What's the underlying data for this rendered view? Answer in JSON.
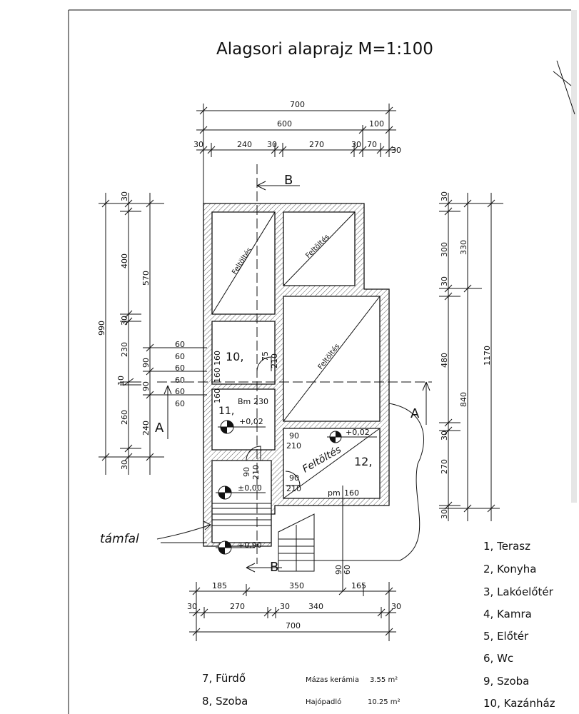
{
  "title": "Alagsori alaprajz M=1:100",
  "top_dims": {
    "total": "700",
    "sub": "600",
    "ext": "100",
    "row": [
      "30",
      "240",
      "30",
      "270",
      "30",
      "70",
      "30"
    ]
  },
  "left_dims": {
    "total": "990",
    "inner": [
      "30",
      "400",
      "30",
      "230",
      "10",
      "260",
      "30"
    ],
    "mid": [
      "570",
      "90",
      "90",
      "240"
    ],
    "windows": [
      "60",
      "60",
      "60",
      "60",
      "60",
      "60"
    ]
  },
  "right_dims": {
    "inner": [
      "30",
      "300",
      "30",
      "480",
      "30",
      "270",
      "30"
    ],
    "mid": [
      "330",
      "840"
    ],
    "total": "1170"
  },
  "bottom_dims": {
    "row1": [
      "185",
      "350",
      "165"
    ],
    "row2": [
      "30",
      "270",
      "30",
      "340",
      "30"
    ],
    "total": "700"
  },
  "section_marks": {
    "b": "B",
    "a": "A"
  },
  "fill_label": "Feltöltés",
  "fill_label_hand": "Feltöltés",
  "rooms": {
    "r10": "10,",
    "r11": "11,",
    "r12": "12,",
    "bm": "Bm",
    "bm_val": "230",
    "pm": "pm",
    "pm_val": "160",
    "door_75": "75",
    "door_210a": "210",
    "door_90a": "90",
    "door_210b": "210",
    "door_90b": "90",
    "door_210c": "210",
    "door_90c": "90",
    "door_210d": "210",
    "win_160a": "160",
    "win_160b": "160",
    "win_160c": "160",
    "bottom_90": "90",
    "bottom_60": "60"
  },
  "levels": [
    "+0,02",
    "+0,02",
    "±0,00",
    "+0,90"
  ],
  "handwritten_note": "támfal",
  "legend_right": [
    "1, Terasz",
    "2, Konyha",
    "3, Lakóelőtér",
    "4, Kamra",
    "5, Előtér",
    "6, Wc",
    "9, Szoba",
    "10, Kazánház"
  ],
  "legend_left": [
    "7, Fürdő",
    "8, Szoba"
  ],
  "materials": [
    {
      "name": "Mázas kerámia",
      "area": "3.55 m²"
    },
    {
      "name": "Hajópadló",
      "area": "10.25 m²"
    }
  ]
}
